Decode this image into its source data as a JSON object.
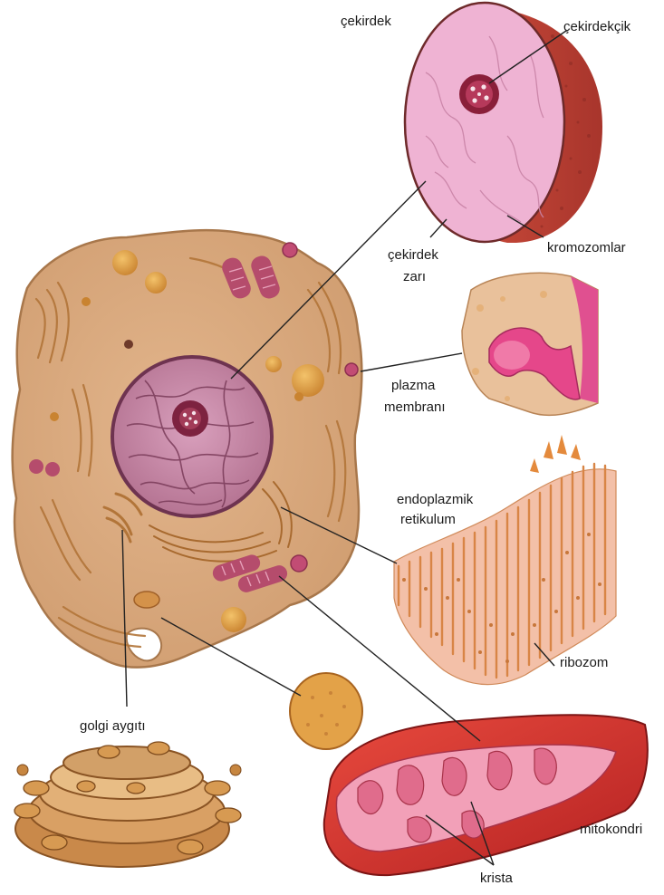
{
  "labels": {
    "cekirdek": "çekirdek",
    "cekirdekcik": "çekirdekçik",
    "cekirdek_zari_1": "çekirdek",
    "cekirdek_zari_2": "zarı",
    "kromozomlar": "kromozomlar",
    "plazma_1": "plazma",
    "plazma_2": "membranı",
    "er_1": "endoplazmik",
    "er_2": "retikulum",
    "ribozom": "ribozom",
    "golgi": "golgi aygıtı",
    "mitokondri": "mitokondri",
    "krista": "krista"
  },
  "colors": {
    "cytoplasm": "#d8a77c",
    "cytoplasm_edge": "#b88456",
    "nucleus": "#c98aa6",
    "nucleus_cut": "#eeb0d4",
    "nucleus_shell": "#b5483e",
    "organelle_orange": "#e6a044",
    "mito_outer": "#d4302a",
    "mito_inner": "#f2a0b4",
    "membrane_pink": "#e0457e",
    "leader": "#222222"
  }
}
